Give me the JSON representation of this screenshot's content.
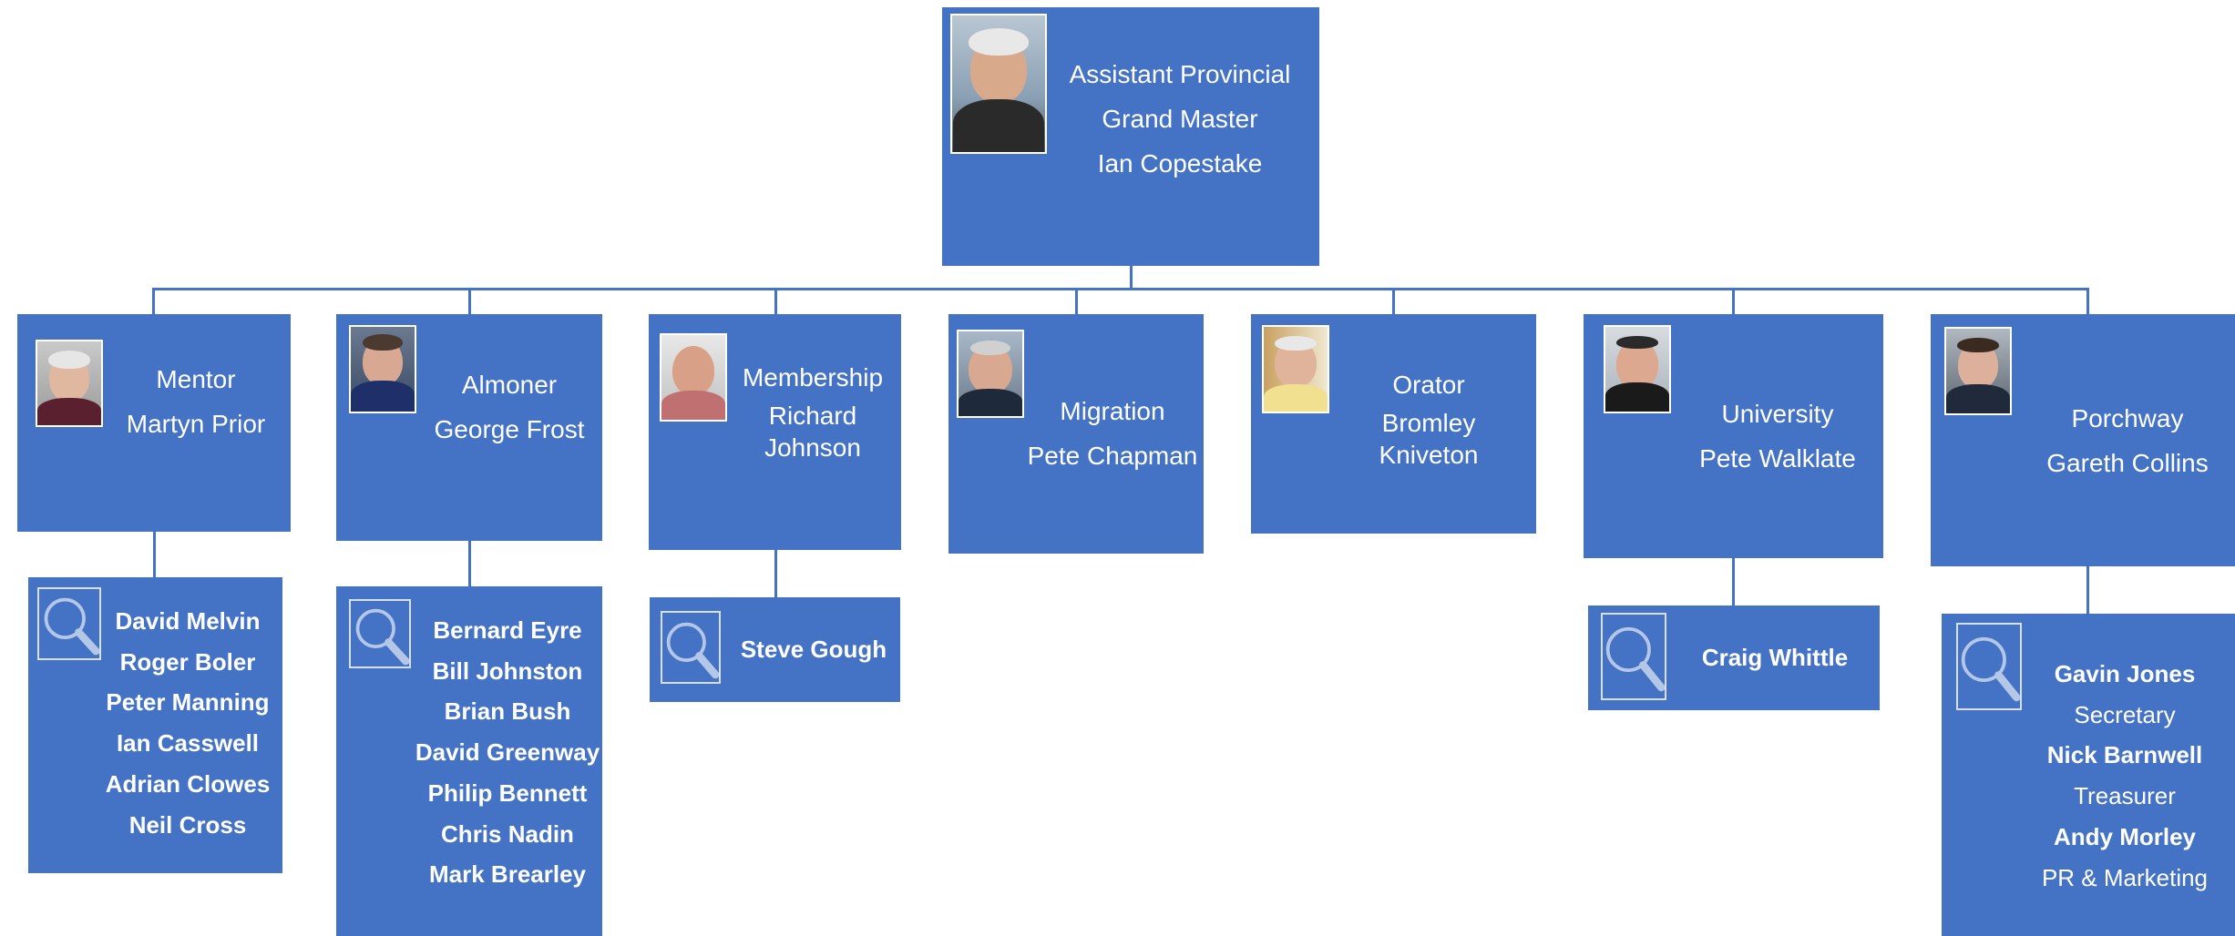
{
  "top": {
    "title_line1": "Assistant Provincial",
    "title_line2": "Grand Master",
    "name": "Ian Copestake"
  },
  "roles": [
    {
      "role": "Mentor",
      "name": "Martyn Prior"
    },
    {
      "role": "Almoner",
      "name": "George Frost"
    },
    {
      "role": "Membership",
      "name_line1": "Richard",
      "name_line2": "Johnson"
    },
    {
      "role": "Migration",
      "name": "Pete Chapman"
    },
    {
      "role": "Orator",
      "name_line1": "Bromley",
      "name_line2": "Kniveton"
    },
    {
      "role": "University",
      "name": "Pete Walklate"
    },
    {
      "role": "Porchway",
      "name": "Gareth Collins"
    }
  ],
  "mentor_members": [
    "David Melvin",
    "Roger Boler",
    "Peter Manning",
    "Ian Casswell",
    "Adrian Clowes",
    "Neil Cross"
  ],
  "almoner_members": [
    "Bernard Eyre",
    "Bill Johnston",
    "Brian Bush",
    "David Greenway",
    "Philip Bennett",
    "Chris Nadin",
    "Mark Brearley"
  ],
  "membership_members": [
    "Steve Gough"
  ],
  "university_members": [
    "Craig Whittle"
  ],
  "porchway_members": [
    {
      "name": "Gavin Jones",
      "role": "Secretary"
    },
    {
      "name": "Nick Barnwell",
      "role": "Treasurer"
    },
    {
      "name": "Andy Morley",
      "role": "PR & Marketing"
    }
  ],
  "colors": {
    "box": "#4472c4",
    "text": "#ffffff",
    "connector": "#4472c4"
  },
  "icons": [
    "person-photo",
    "magnifier-placeholder-icon"
  ]
}
